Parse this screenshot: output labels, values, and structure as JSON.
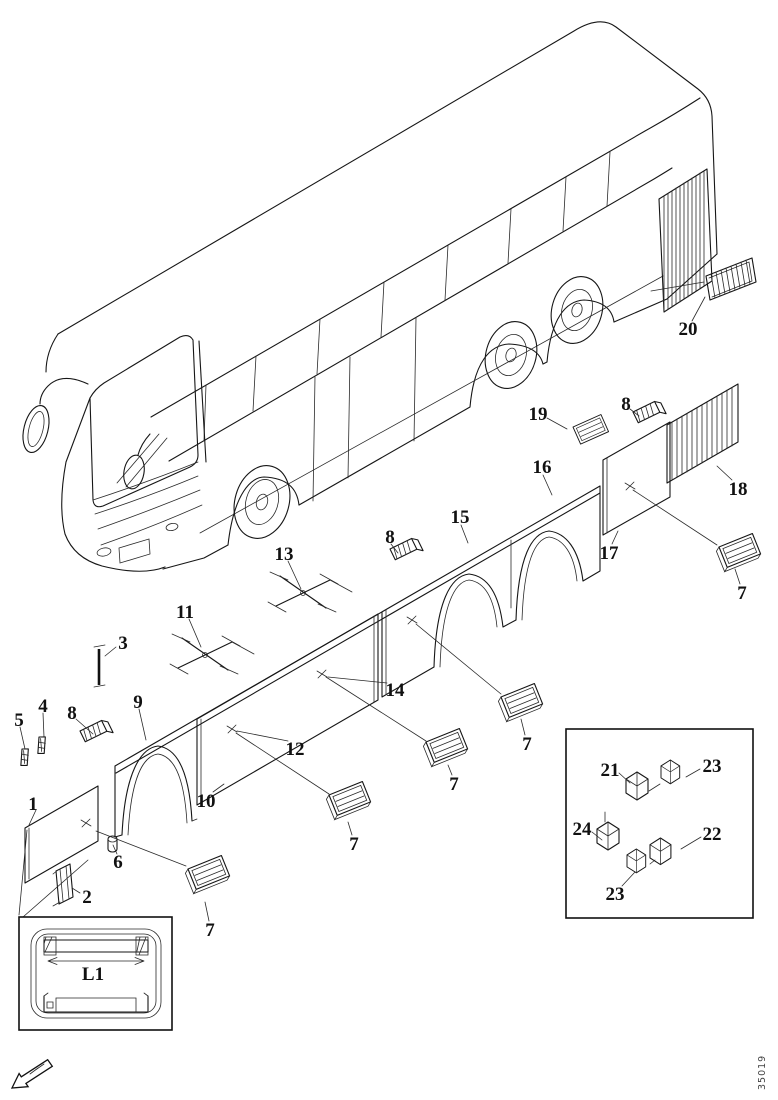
{
  "diagram": {
    "description": "Exploded parts diagram of coach bus side skirt flaps, vent grilles and mounting hardware",
    "footer_code": "35019",
    "inset_detail_label": "L1"
  },
  "labels": [
    "1",
    "2",
    "3",
    "4",
    "5",
    "6",
    "7",
    "7",
    "7",
    "7",
    "7",
    "8",
    "8",
    "8",
    "9",
    "10",
    "11",
    "12",
    "13",
    "14",
    "15",
    "16",
    "17",
    "18",
    "19",
    "20",
    "21",
    "22",
    "23",
    "23",
    "24"
  ]
}
